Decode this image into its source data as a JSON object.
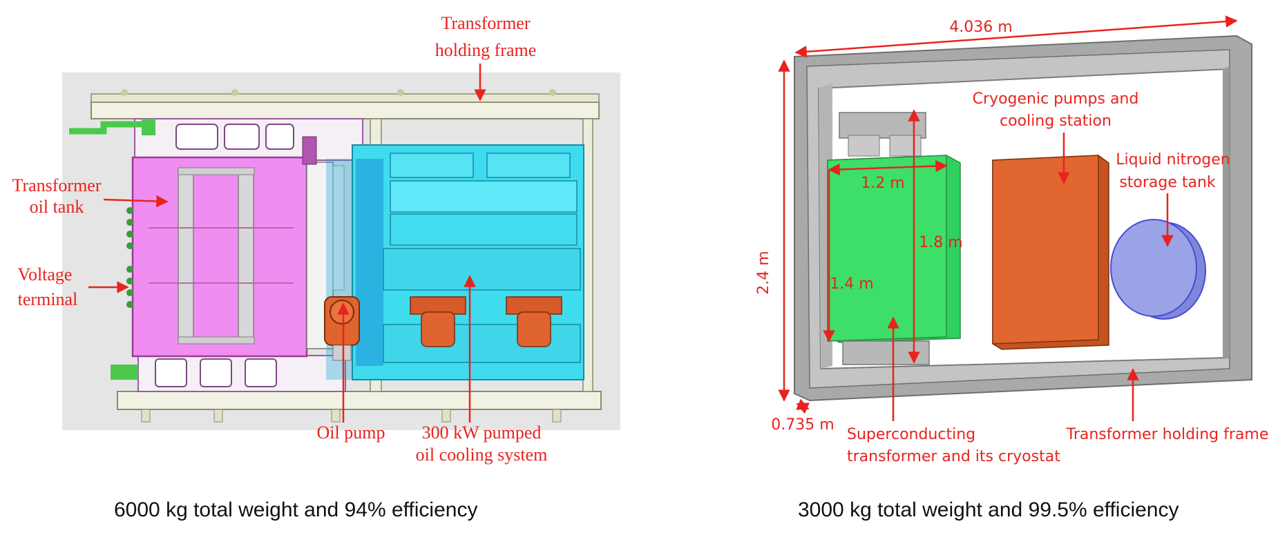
{
  "left_panel": {
    "labels": {
      "holding_frame": [
        "Transformer",
        "holding frame"
      ],
      "oil_tank": [
        "Transformer",
        "oil tank"
      ],
      "voltage_terminal": [
        "Voltage",
        "terminal"
      ],
      "oil_pump": "Oil pump",
      "cooling_system": [
        "300 kW pumped",
        "oil cooling system"
      ]
    },
    "caption": "6000 kg total weight and 94% efficiency"
  },
  "right_panel": {
    "dimensions": {
      "frame_length": "4.036 m",
      "frame_width": "2.4 m",
      "frame_depth": "0.735 m",
      "transformer_width": "1.2 m",
      "transformer_height": "1.8 m",
      "transformer_length": "1.4 m"
    },
    "labels": {
      "cryogenic": [
        "Cryogenic pumps and",
        "cooling station"
      ],
      "ln2_tank": [
        "Liquid nitrogen",
        "storage tank"
      ],
      "superconducting": [
        "Superconducting",
        "transformer and its cryostat"
      ],
      "holding_frame": "Transformer holding frame"
    },
    "caption": "3000 kg total weight and 99.5% efficiency"
  },
  "colors": {
    "annotation_red": "#e8231d",
    "oil_tank_pink": "#f08df0",
    "cooling_cyan": "#3fdcef",
    "cryostat_green": "#3ddf68",
    "cryo_station_orange": "#e2662f",
    "ln2_tank_blue": "#9aa3e6",
    "frame_gray": "#a9a9a9"
  }
}
